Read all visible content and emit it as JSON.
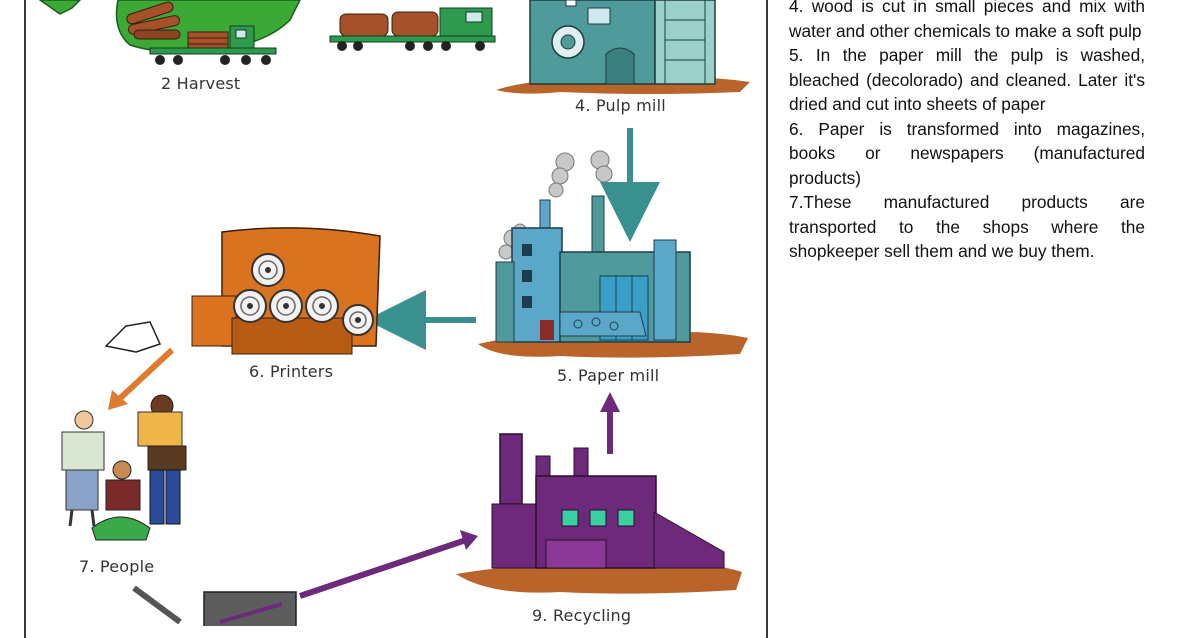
{
  "diagram": {
    "labels": {
      "harvest": "2 Harvest",
      "pulp_mill": "4. Pulp mill",
      "printers": "6. Printers",
      "paper_mill": "5. Paper mill",
      "people": "7. People",
      "recycling": "9. Recycling"
    },
    "colors": {
      "grass": "#3aa935",
      "truck": "#2e9a4e",
      "logs": "#a5522b",
      "pulp_mill": "#4f9a9a",
      "paper_mill": "#5aa7c7",
      "printers": "#d9731f",
      "recycling": "#6e2a7a",
      "ground": "#b9642b",
      "arrow_teal": "#3a8f8f",
      "arrow_orange": "#e07a2e",
      "arrow_gray": "#555555"
    }
  },
  "steps": [
    "4. wood is cut in small pieces and mix with water and  other chemicals to make a soft pulp",
    "5. In the paper mill the pulp is washed, bleached (decolorado) and cleaned. Later it's dried and cut into sheets of paper",
    "6. Paper is transformed into magazines, books or newspapers (manufactured products)",
    "7.These manufactured products are transported to the shops where the shopkeeper sell them and we buy them."
  ]
}
